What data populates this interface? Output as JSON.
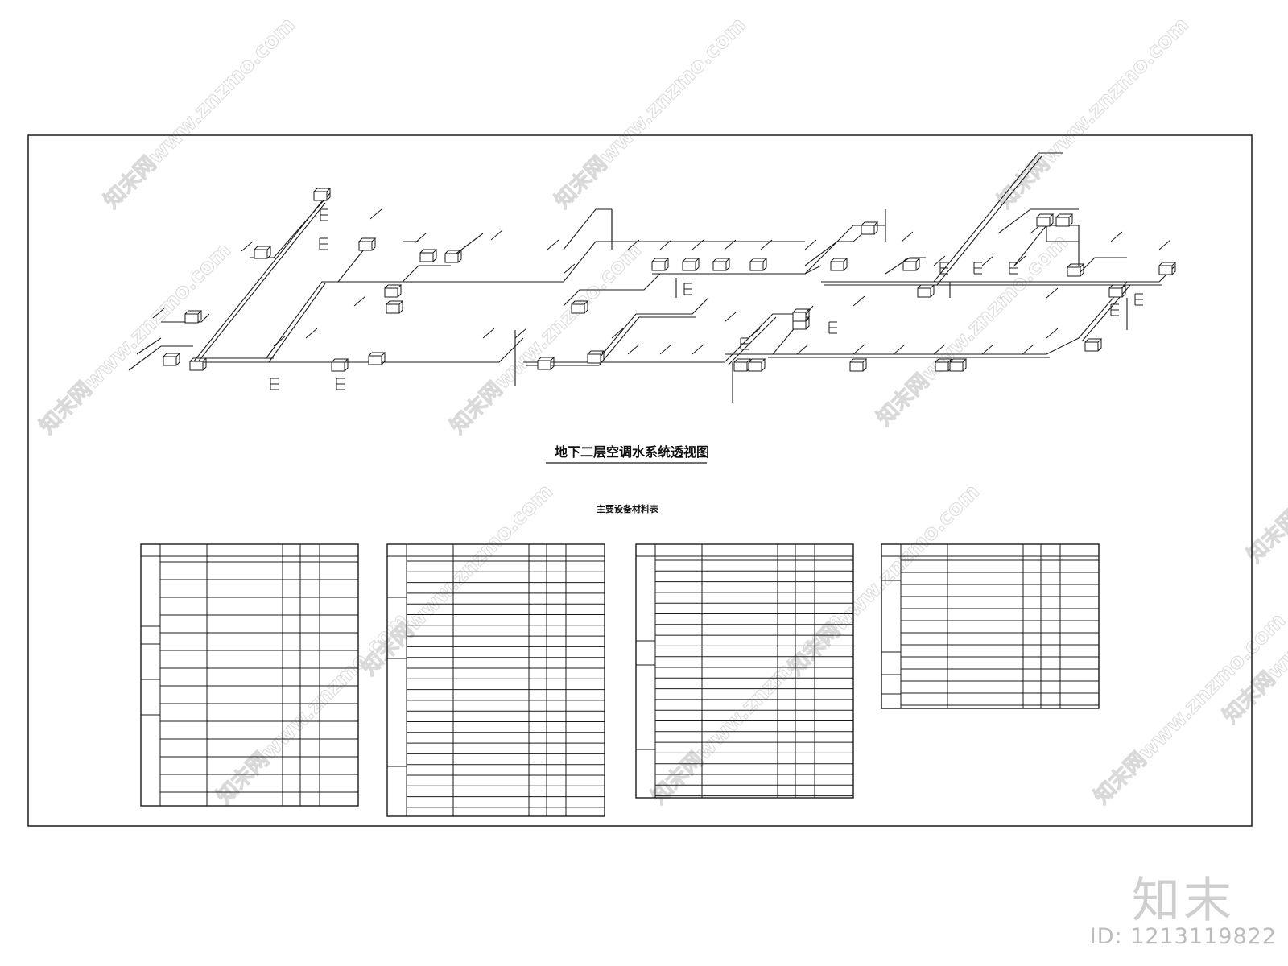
{
  "drawing": {
    "title": "地下二层空调水系统透视图",
    "table_title": "主要设备材料表"
  },
  "watermark": {
    "text": "知末网www.znzmo.com",
    "brand": "知末",
    "id_label": "ID: 1213119822"
  },
  "colors": {
    "line": "#1a1a1a",
    "watermark": "#d9d9d9"
  }
}
